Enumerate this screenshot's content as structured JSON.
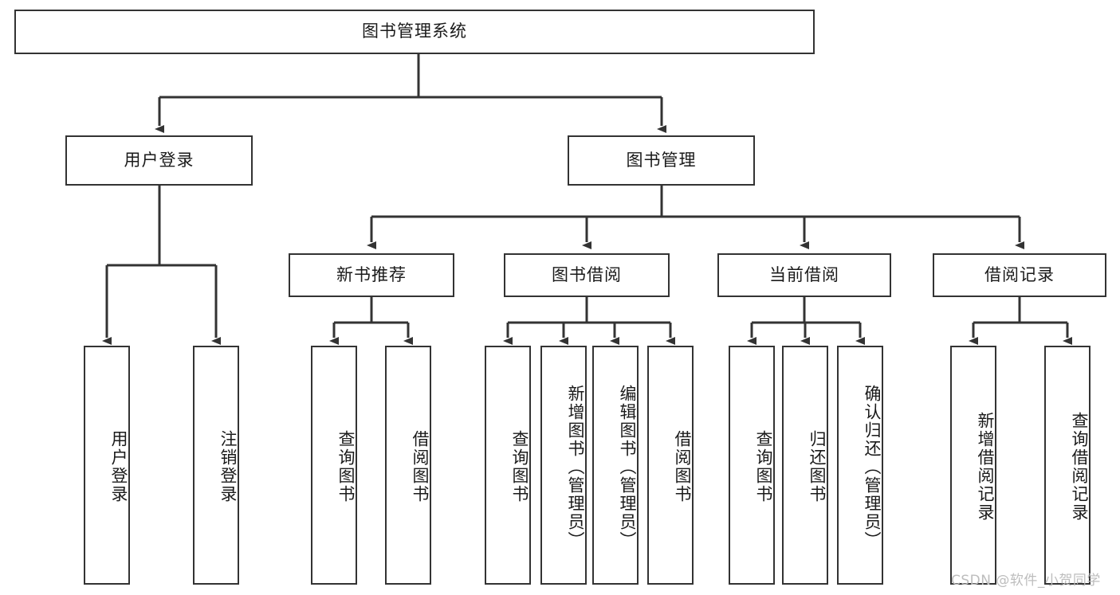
{
  "diagram": {
    "title_node": {
      "label": "图书管理系统"
    },
    "level2": [
      {
        "id": "user-login",
        "label": "用户登录"
      },
      {
        "id": "book-management",
        "label": "图书管理"
      }
    ],
    "level3": [
      {
        "id": "new-book-recommend",
        "label": "新书推荐"
      },
      {
        "id": "book-borrow",
        "label": "图书借阅"
      },
      {
        "id": "current-borrow",
        "label": "当前借阅"
      },
      {
        "id": "borrow-record",
        "label": "借阅记录"
      }
    ],
    "leaves": {
      "user_login": [
        {
          "id": "leaf-user-login",
          "label": "用户登录"
        },
        {
          "id": "leaf-logout-login",
          "label": "注销登录"
        }
      ],
      "new_book_recommend": [
        {
          "id": "leaf-query-book-1",
          "label": "查询图书"
        },
        {
          "id": "leaf-borrow-book-1",
          "label": "借阅图书"
        }
      ],
      "book_borrow": [
        {
          "id": "leaf-query-book-2",
          "label": "查询图书"
        },
        {
          "id": "leaf-add-book",
          "label": "新增图书（管理员）"
        },
        {
          "id": "leaf-edit-book",
          "label": "编辑图书（管理员）"
        },
        {
          "id": "leaf-borrow-book-2",
          "label": "借阅图书"
        }
      ],
      "current_borrow": [
        {
          "id": "leaf-query-book-3",
          "label": "查询图书"
        },
        {
          "id": "leaf-return-book",
          "label": "归还图书"
        },
        {
          "id": "leaf-confirm-return",
          "label": "确认归还（管理员）"
        }
      ],
      "borrow_record": [
        {
          "id": "leaf-add-borrow-record",
          "label": "新增借阅记录"
        },
        {
          "id": "leaf-query-borrow-record",
          "label": "查询借阅记录"
        }
      ]
    }
  },
  "watermark": {
    "text": "CSDN @软件_小贺同学"
  },
  "colors": {
    "stroke": "#333333",
    "background": "#ffffff",
    "text": "#1a1a1a",
    "watermark": "#bdbdbd"
  }
}
